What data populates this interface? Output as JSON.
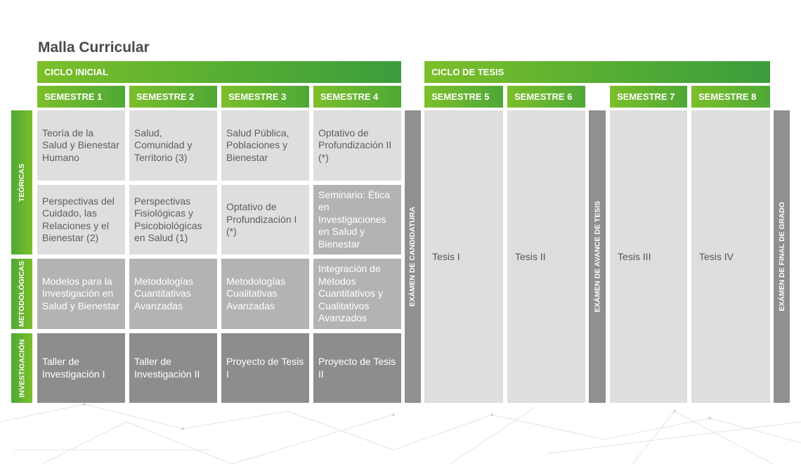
{
  "title": "Malla Curricular",
  "cycles": {
    "inicial": "CICLO INICIAL",
    "tesis": "CICLO DE TESIS"
  },
  "semesters": [
    "SEMESTRE 1",
    "SEMESTRE 2",
    "SEMESTRE 3",
    "SEMESTRE 4",
    "SEMESTRE 5",
    "SEMESTRE 6",
    "SEMESTRE 7",
    "SEMESTRE 8"
  ],
  "categories": {
    "teoricas": "TEÓRICAS",
    "metodologicas": "METODOLÓGICAS",
    "investigacion": "INVESTIGACIÓN"
  },
  "courses": {
    "s1": {
      "t1": "Teoría de la Salud y Bienestar Humano",
      "t2": "Perspectivas del Cuidado, las Relaciones y el Bienestar (2)",
      "m": "Modelos para la Investigación en Salud y Bienestar",
      "i": "Taller de Investigación I"
    },
    "s2": {
      "t1": "Salud, Comunidad y Territorio (3)",
      "t2": "Perspectivas Fisiológicas y Psicobiológicas en Salud (1)",
      "m": "Metodologías Cuantitativas Avanzadas",
      "i": "Taller de Investigación II"
    },
    "s3": {
      "t1": "Salud Pública, Poblaciones y Bienestar",
      "t2": "Optativo de Profundización I (*)",
      "m": "Metodologías Cualitativas Avanzadas",
      "i": "Proyecto de Tesis I"
    },
    "s4": {
      "t1": "Optativo de Profundización II (*)",
      "t2": "Seminario: Ética en Investigaciones en Salud y Bienestar",
      "m": "Integración de Métodos Cuantitativos y Cualitativos Avanzados",
      "i": "Proyecto de Tesis II"
    }
  },
  "theses": [
    "Tesis I",
    "Tesis II",
    "Tesis III",
    "Tesis IV"
  ],
  "exams": {
    "candidatura": "EXÁMEN DE CANDIDATURA",
    "avance": "EXÁMEN DE AVANCE DE TESIS",
    "final": "EXÁMEN DE FINAL DE GRADO"
  }
}
